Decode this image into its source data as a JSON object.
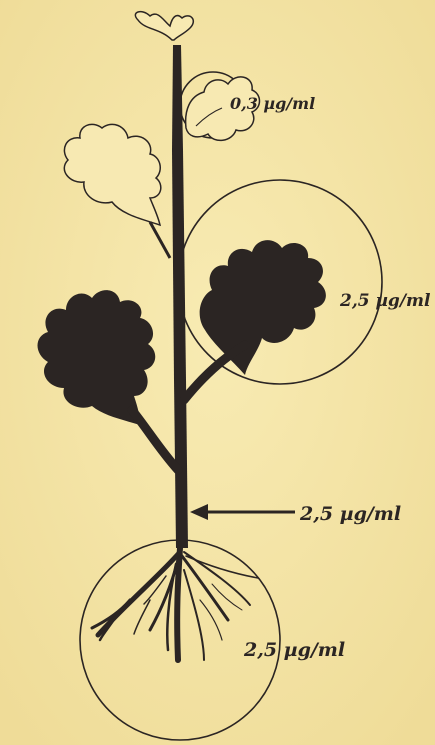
{
  "labels": {
    "apex_leaf": "0,3 µg/ml",
    "leaf": "2,5 µg/ml",
    "stem": "2,5 µg/ml",
    "root": "2,5 µg/ml"
  },
  "colors": {
    "background": "#f6e7a9",
    "ink": "#2b2523",
    "outline_leaf_fill": "#f7e9b2"
  }
}
